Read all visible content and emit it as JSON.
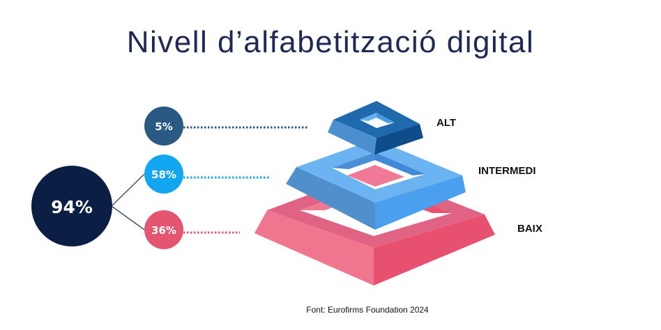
{
  "title": "Nivell d’alfabetització digital",
  "total": {
    "value": "94%",
    "color": "#0b1f45"
  },
  "levels": [
    {
      "name": "ALT",
      "percent": "5%",
      "color": "#2a5a83"
    },
    {
      "name": "INTERMEDI",
      "percent": "58%",
      "color": "#12a6f0"
    },
    {
      "name": "BAIX",
      "percent": "36%",
      "color": "#e4566f"
    }
  ],
  "source": "Font: Eurofirms Foundation 2024"
}
